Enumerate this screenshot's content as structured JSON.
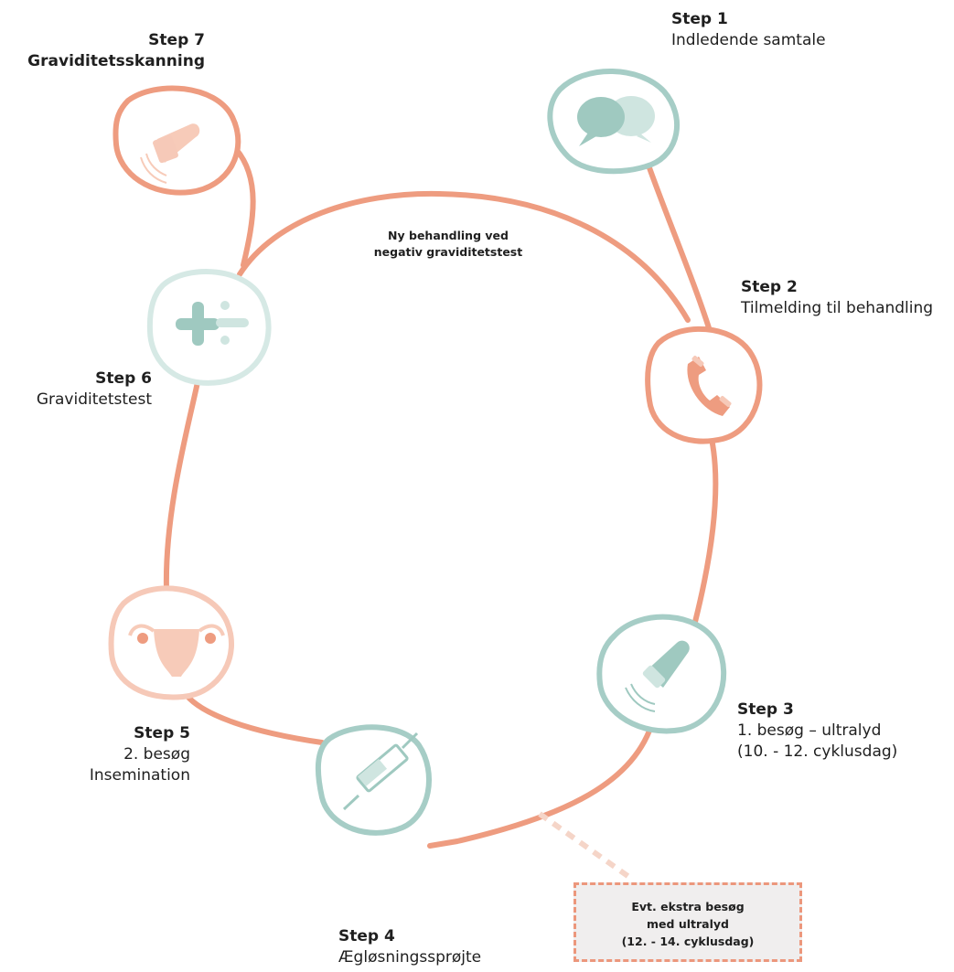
{
  "colors": {
    "path": "#ee9c80",
    "teal_ring": "#a6cdc6",
    "teal_icon": "#9fc9c0",
    "teal_light": "#cfe5e0",
    "salmon_ring": "#ee9c80",
    "pink_ring": "#f6c9b8",
    "pink_icon": "#f7cbb9",
    "box_border": "#ec977c",
    "box_fill": "#f0eeee"
  },
  "steps": [
    {
      "id": 1,
      "title": "Step 1",
      "lines": [
        "Indledende samtale"
      ],
      "icon": "chat-bubbles-icon",
      "ring_color": "teal"
    },
    {
      "id": 2,
      "title": "Step 2",
      "lines": [
        "Tilmelding til behandling"
      ],
      "icon": "phone-icon",
      "ring_color": "salmon"
    },
    {
      "id": 3,
      "title": "Step 3",
      "lines": [
        "1. besøg – ultralyd",
        "(10. - 12. cyklusdag)"
      ],
      "icon": "ultrasound-probe-icon",
      "ring_color": "teal"
    },
    {
      "id": 4,
      "title": "Step 4",
      "lines": [
        "Ægløsningssprøjte"
      ],
      "icon": "syringe-icon",
      "ring_color": "teal"
    },
    {
      "id": 5,
      "title": "Step 5",
      "lines": [
        "2. besøg",
        "Insemination"
      ],
      "icon": "uterus-icon",
      "ring_color": "pink"
    },
    {
      "id": 6,
      "title": "Step  6",
      "lines": [
        "Graviditetstest"
      ],
      "icon": "plus-minus-icon",
      "ring_color": "teal-light"
    },
    {
      "id": 7,
      "title": "Step 7",
      "lines": [
        "Graviditetsskanning"
      ],
      "icon": "ultrasound-probe-icon",
      "ring_color": "salmon"
    }
  ],
  "loop_note": [
    "Ny behandling ved",
    "negativ graviditetstest"
  ],
  "extra_visit": [
    "Evt. ekstra besøg",
    "med ultralyd",
    "(12. - 14. cyklusdag)"
  ]
}
